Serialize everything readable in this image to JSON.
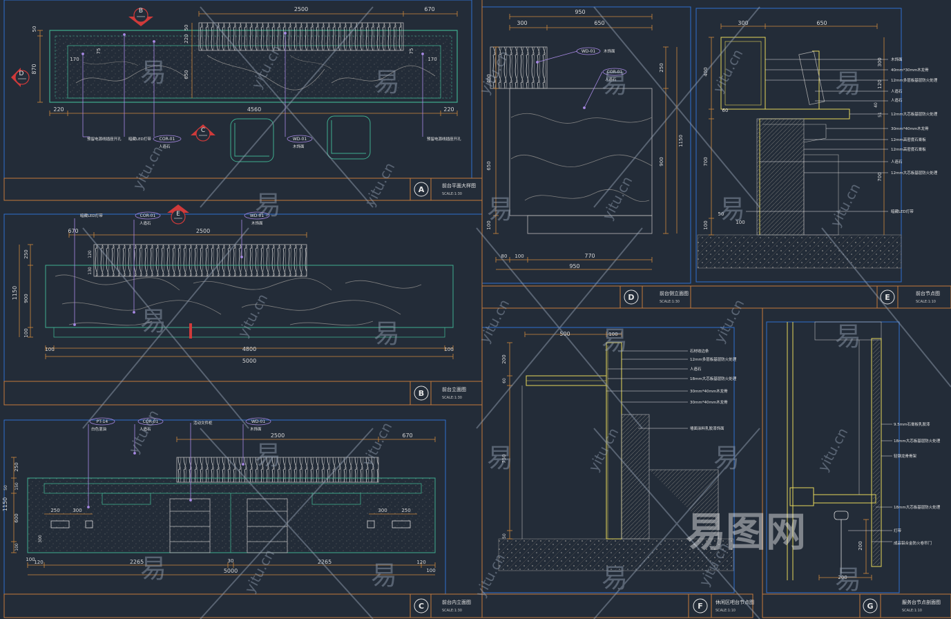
{
  "colors": {
    "background": "#232c38",
    "frame_blue": "#2f6fd0",
    "frame_orange": "#c47a3a",
    "dim_orange": "#d08a3c",
    "dim_text": "#d8d8d8",
    "leader_violet": "#a98ae6",
    "outline_teal": "#3fae8f",
    "label_white": "#e6e6e6",
    "marker_red": "#d03a3a",
    "watermark": "#9aa6b8"
  },
  "watermark": {
    "char": "易",
    "domain": "yitu.cn",
    "logo": "易图网"
  },
  "panels": {
    "A": {
      "letter": "A",
      "title": "前台平面大样图",
      "scale": "SCALE:1:30",
      "dims": {
        "top_2500": "2500",
        "top_670": "670",
        "left_870": "870",
        "left_50": "50",
        "bottom_220a": "220",
        "bottom_4560": "4560",
        "bottom_220b": "220",
        "inner_170a": "170",
        "inner_75a": "75",
        "inner_170b": "170",
        "inner_75b": "75",
        "mid_220": "220",
        "mid_50": "50",
        "mid_650": "650"
      },
      "tags": {
        "cor": "COR-01",
        "cor_label": "人造石",
        "wd": "WD-01",
        "wd_label": "木饰面"
      },
      "notes": {
        "n1": "预留电源线插座开孔",
        "n2": "暗藏LED灯带",
        "n3": "预留电源线插座开孔"
      },
      "sections": {
        "b": "B",
        "c": "C",
        "d": "D"
      }
    },
    "B": {
      "letter": "B",
      "title": "前台立面图",
      "scale": "SCALE:1:30",
      "dims": {
        "top_670": "670",
        "top_2500": "2500",
        "left_1150": "1150",
        "left_250": "250",
        "left_100": "100",
        "left_900": "900",
        "in_120": "120",
        "in_130": "130",
        "bottom_100a": "100",
        "bottom_4800": "4800",
        "bottom_100b": "100",
        "bottom_5000": "5000"
      },
      "tags": {
        "note_led": "暗藏LED灯带",
        "cor": "COR-01",
        "cor_label": "人造石",
        "wd": "WD-01",
        "wd_label": "木饰面"
      },
      "sections": {
        "e": "E"
      }
    },
    "C": {
      "letter": "C",
      "title": "前台内立面图",
      "scale": "SCALE:1:30",
      "dims": {
        "top_2500": "2500",
        "top_670": "670",
        "left_1150": "1150",
        "left_250": "250",
        "left_150": "150",
        "left_600": "600",
        "left_50": "50",
        "left_100": "100",
        "in_250a": "250",
        "in_300a": "300",
        "in_300b": "300",
        "in_250b": "250",
        "in_300h": "300",
        "bottom_100": "100",
        "bottom_120a": "120",
        "bottom_2265a": "2265",
        "bottom_30": "30",
        "bottom_2265b": "2265",
        "bottom_120b": "120",
        "bottom_100b": "100",
        "bottom_5000": "5000"
      },
      "tags": {
        "pt": "PT-14",
        "pt_label": "白色混油",
        "cor": "COR-01",
        "cor_label": "人造石",
        "cab": "活动文件柜",
        "wd": "WD-01",
        "wd_label": "木饰面"
      }
    },
    "D": {
      "letter": "D",
      "title": "前台侧立面图",
      "scale": "SCALE:1:30",
      "dims": {
        "top_950": "950",
        "top_300": "300",
        "top_650": "650",
        "left_400": "400",
        "left_650": "650",
        "left_100": "100",
        "right_250": "250",
        "right_900": "900",
        "right_1150": "1150",
        "bottom_80": "80",
        "bottom_100": "100",
        "bottom_770": "770",
        "bottom_950": "950"
      },
      "tags": {
        "wd": "WD-01",
        "wd_label": "木饰面",
        "cor": "COR-01",
        "cor_label": "人造石"
      }
    },
    "E": {
      "letter": "E",
      "title": "前台节点图",
      "scale": "SCALE:1:10",
      "dims": {
        "top_300": "300",
        "top_650": "650",
        "left_400": "400",
        "left_60": "60",
        "left_700": "700",
        "left_100": "100",
        "left_50": "50",
        "in_100": "100",
        "right_300": "300",
        "right_120": "120",
        "right_40": "40",
        "right_51": "51",
        "right_700": "700"
      },
      "notes": [
        "木饰面",
        "40mm*30mm木龙骨",
        "12mm多层板基层防火处理",
        "人造石",
        "人造石",
        "12mm大芯板基层防火处理",
        "30mm*40mm木龙骨",
        "12mm高密度石膏板",
        "12mm高密度石膏板",
        "人造石",
        "12mm大芯板基层防火处理",
        "暗藏LED灯带"
      ]
    },
    "F": {
      "letter": "F",
      "title": "休闲区吧台节点图",
      "scale": "SCALE:1:10",
      "dims": {
        "top_500": "500",
        "top_100": "100",
        "left_200": "200",
        "left_60": "60",
        "left_750": "750",
        "left_50": "50"
      },
      "notes": [
        "石材收边条",
        "12mm多层板基层防火处理",
        "人造石",
        "18mm大芯板基层防火处理",
        "30mm*40mm木龙骨",
        "30mm*40mm木龙骨",
        "墙面涂料乳胶漆饰面"
      ]
    },
    "G": {
      "letter": "G",
      "title": "服务台节点剖面图",
      "scale": "SCALE:1:10",
      "dims": {
        "right_200": "200",
        "bottom_200": "200"
      },
      "notes": [
        "9.5mm石膏板乳胶漆",
        "18mm大芯板基层防火处理",
        "轻钢龙骨骨架",
        "18mm大芯板基层防火处理",
        "灯带",
        "成品铝合金防火卷帘门"
      ]
    }
  }
}
